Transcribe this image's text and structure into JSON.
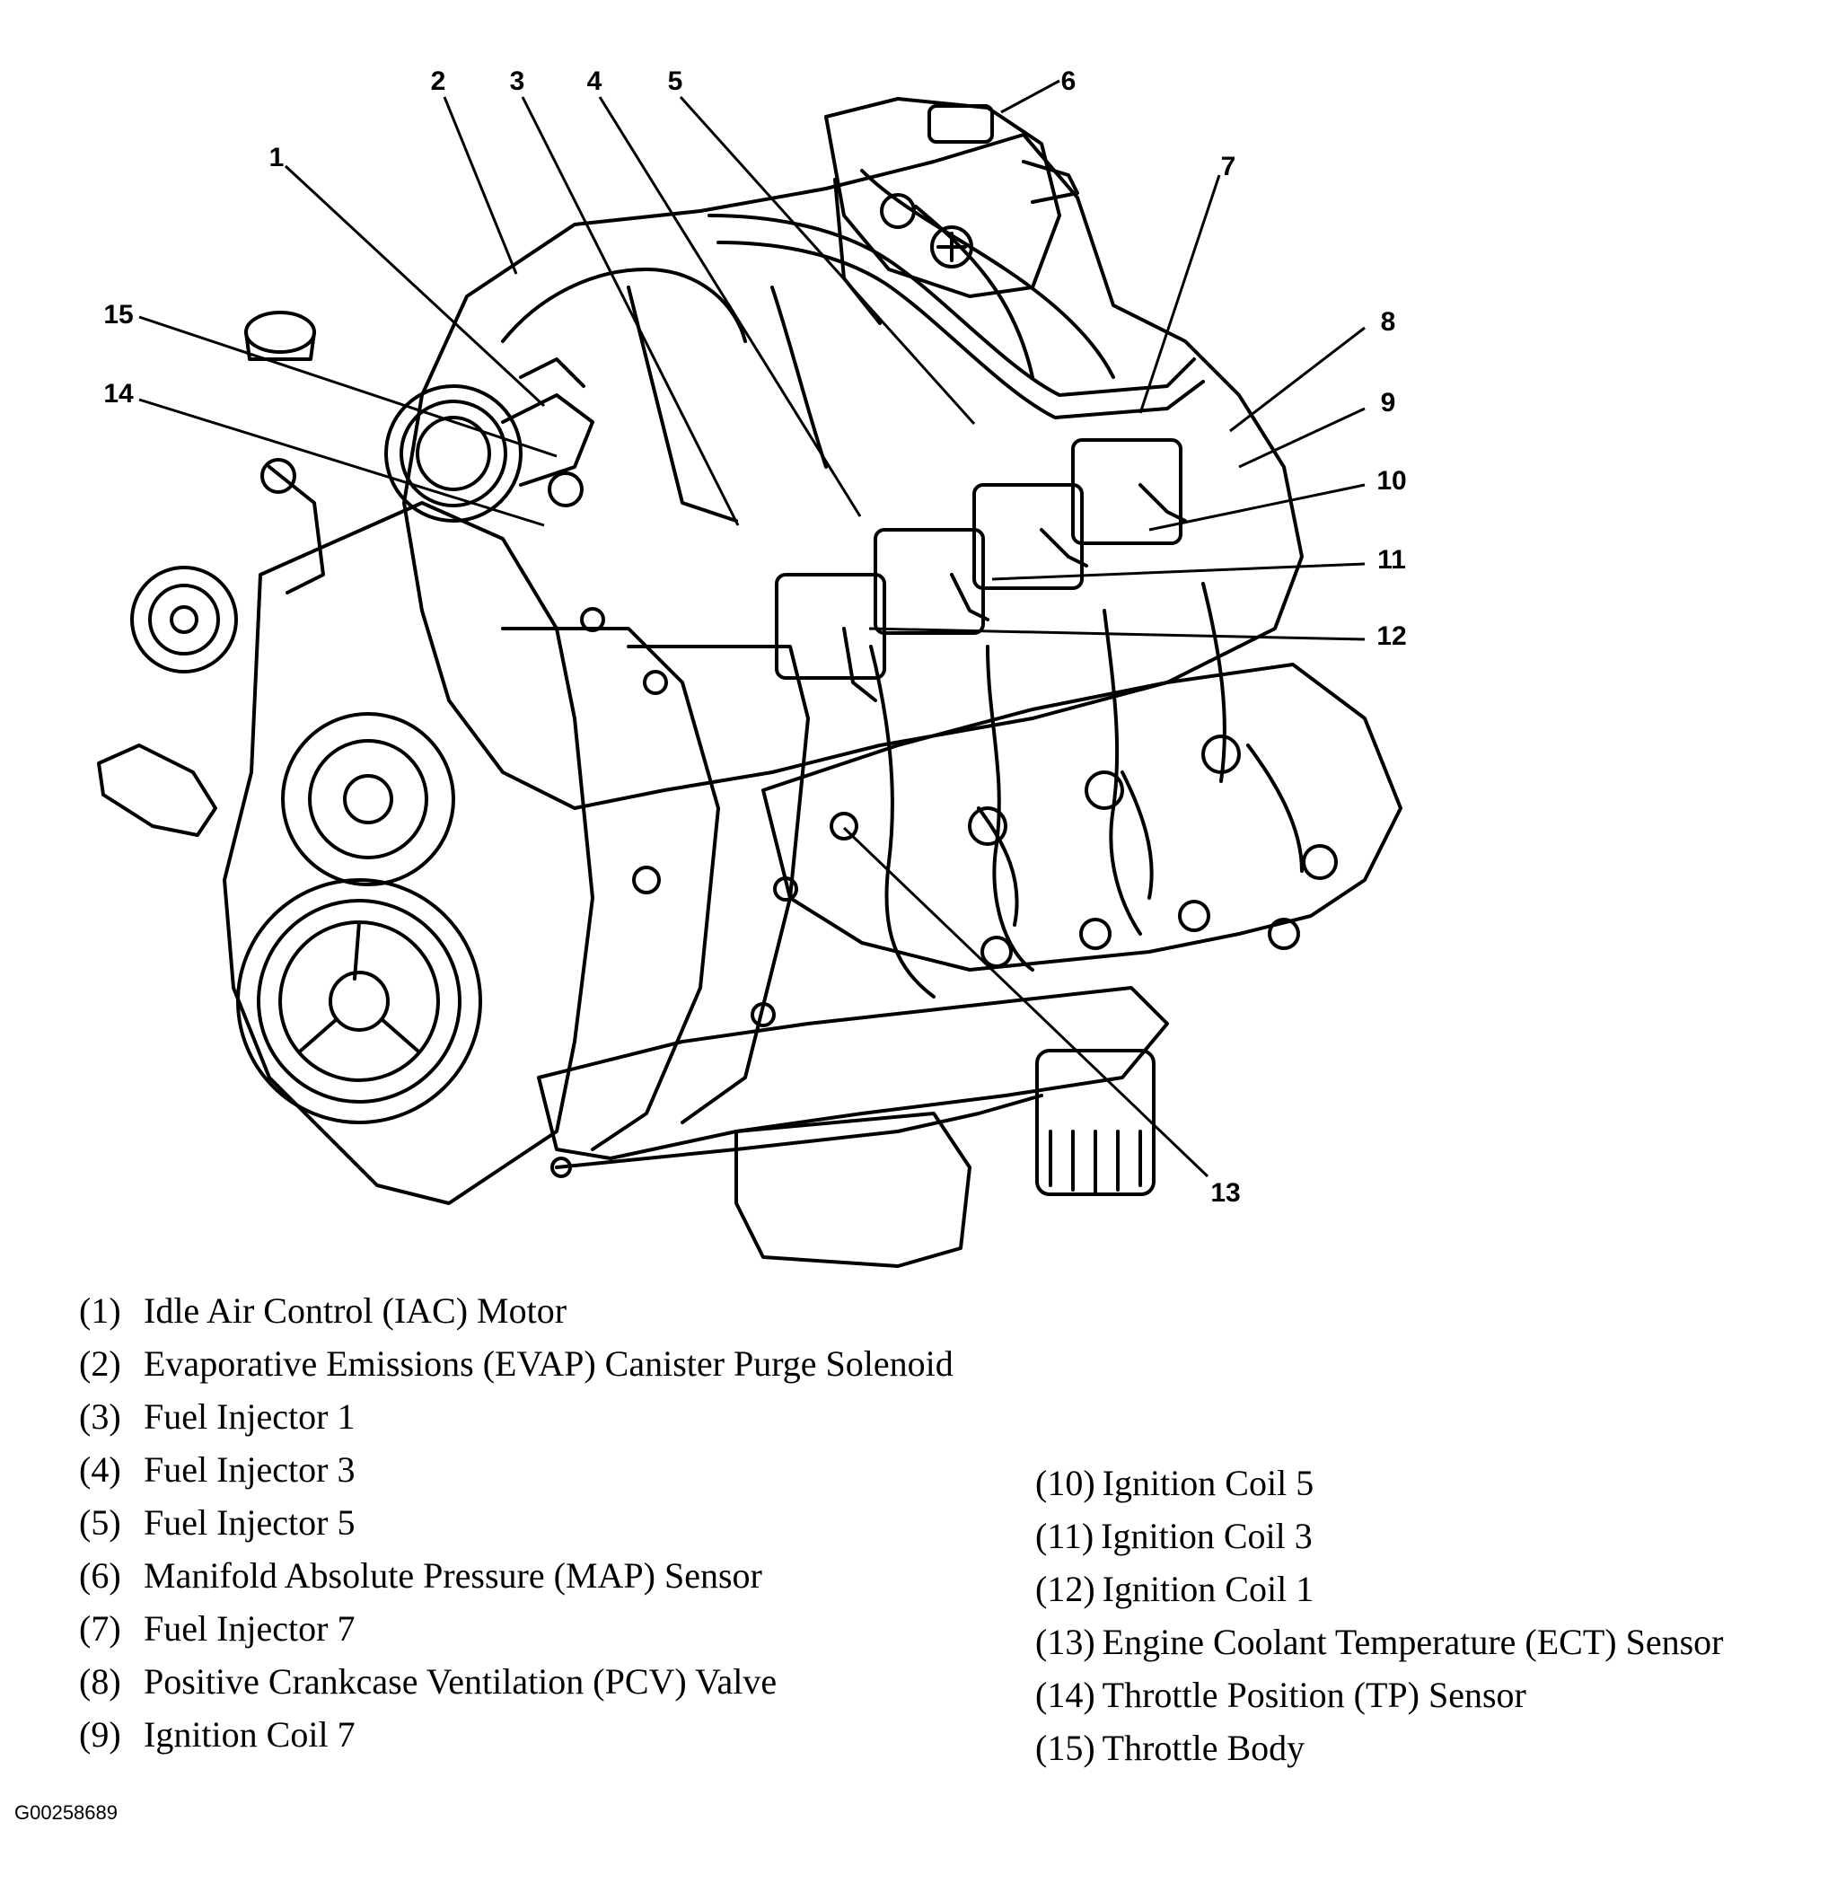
{
  "callouts": [
    "1",
    "2",
    "3",
    "4",
    "5",
    "6",
    "7",
    "8",
    "9",
    "10",
    "11",
    "12",
    "13",
    "14",
    "15"
  ],
  "legend": [
    {
      "num": "(1)",
      "label": "Idle Air Control (IAC) Motor"
    },
    {
      "num": "(2)",
      "label": "Evaporative Emissions (EVAP) Canister Purge Solenoid"
    },
    {
      "num": "(3)",
      "label": "Fuel Injector 1"
    },
    {
      "num": "(4)",
      "label": "Fuel Injector 3"
    },
    {
      "num": "(5)",
      "label": "Fuel Injector 5"
    },
    {
      "num": "(6)",
      "label": "Manifold Absolute Pressure (MAP) Sensor"
    },
    {
      "num": "(7)",
      "label": "Fuel Injector 7"
    },
    {
      "num": "(8)",
      "label": "Positive Crankcase Ventilation (PCV) Valve"
    },
    {
      "num": "(9)",
      "label": "Ignition Coil 7"
    },
    {
      "num": "(10)",
      "label": "Ignition Coil 5"
    },
    {
      "num": "(11)",
      "label": "Ignition Coil 3"
    },
    {
      "num": "(12)",
      "label": "Ignition Coil 1"
    },
    {
      "num": "(13)",
      "label": "Engine Coolant Temperature (ECT) Sensor"
    },
    {
      "num": "(14)",
      "label": "Throttle Position (TP) Sensor"
    },
    {
      "num": "(15)",
      "label": "Throttle Body"
    }
  ],
  "figure_id": "G00258689"
}
